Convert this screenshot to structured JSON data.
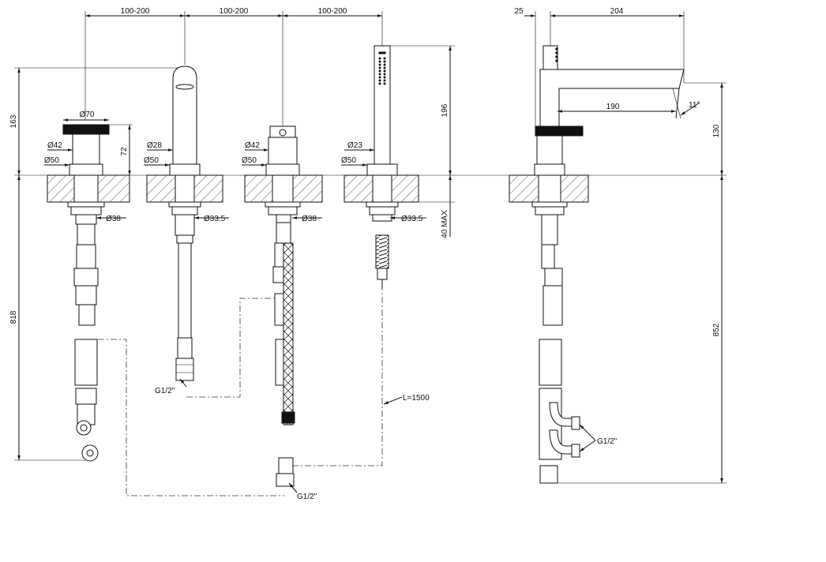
{
  "top_dims": {
    "spacing_a": "100-200",
    "spacing_b": "100-200",
    "spacing_c": "100-200",
    "side_offset": "25",
    "side_length": "204"
  },
  "left_dims": {
    "height_top": "163",
    "height_bottom": "818"
  },
  "handle1": {
    "dia_top": "Ø70",
    "dia_body": "Ø42",
    "dia_base": "Ø50",
    "height": "72",
    "dia_shank": "Ø38"
  },
  "spout": {
    "dia_body": "Ø28",
    "dia_base": "Ø50",
    "dia_shank": "Ø33.5",
    "thread": "G1/2\""
  },
  "diverter": {
    "dia_body": "Ø42",
    "dia_base": "Ø50",
    "dia_shank": "Ø38",
    "thread": "G1/2\""
  },
  "handshower": {
    "dia_body": "Ø23",
    "dia_base": "Ø50",
    "dia_shank": "Ø33.5",
    "height": "196",
    "deck": "40 MAX",
    "hose": "L=1500"
  },
  "side_view": {
    "reach": "190",
    "angle": "11°",
    "height_top": "130",
    "height_bottom": "852",
    "thread": "G1/2\""
  }
}
